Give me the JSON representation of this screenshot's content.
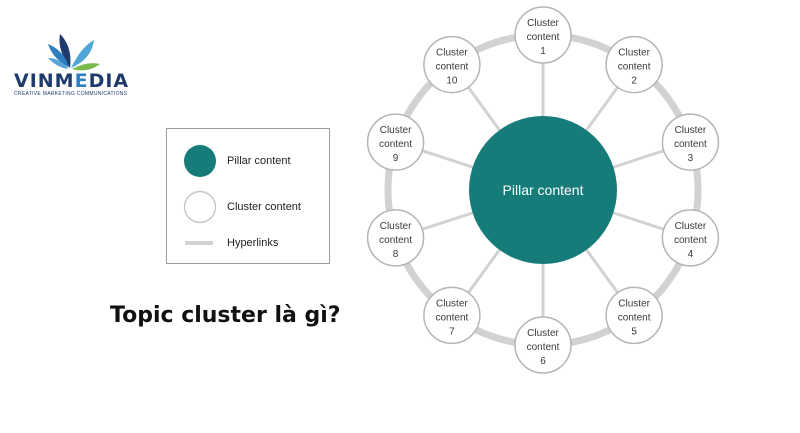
{
  "logo": {
    "brand_left": "VINM",
    "brand_e": "E",
    "brand_right": "DIA",
    "tagline": "CREATIVE MARKETING COMMUNICATIONS"
  },
  "legend": {
    "pillar_label": "Pillar content",
    "cluster_label": "Cluster content",
    "link_label": "Hyperlinks"
  },
  "headline": "Topic cluster là gì?",
  "diagram": {
    "pillar_label": "Pillar content",
    "clusters": [
      {
        "line1": "Cluster",
        "line2": "content",
        "number": "1"
      },
      {
        "line1": "Cluster",
        "line2": "content",
        "number": "2"
      },
      {
        "line1": "Cluster",
        "line2": "content",
        "number": "3"
      },
      {
        "line1": "Cluster",
        "line2": "content",
        "number": "4"
      },
      {
        "line1": "Cluster",
        "line2": "content",
        "number": "5"
      },
      {
        "line1": "Cluster",
        "line2": "content",
        "number": "6"
      },
      {
        "line1": "Cluster",
        "line2": "content",
        "number": "7"
      },
      {
        "line1": "Cluster",
        "line2": "content",
        "number": "8"
      },
      {
        "line1": "Cluster",
        "line2": "content",
        "number": "9"
      },
      {
        "line1": "Cluster",
        "line2": "content",
        "number": "10"
      }
    ]
  },
  "colors": {
    "pillar": "#157c7a",
    "link": "#d2d2d2",
    "node_border": "#b5b5b5",
    "text": "#3a3a3a"
  }
}
